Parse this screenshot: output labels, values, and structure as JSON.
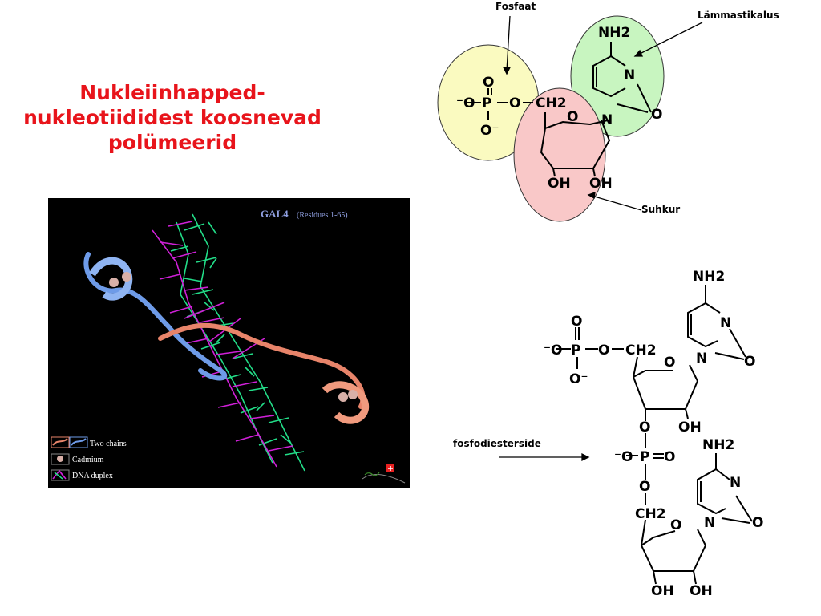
{
  "slide": {
    "title_lines": [
      "Nukleiinhapped-",
      "nukleotiididest koosnevad",
      "polümeerid"
    ]
  },
  "molecule_image": {
    "title": "GAL4",
    "subtitle": "(Residues 1-65)",
    "legend": [
      "Two chains",
      "Cadmium",
      "DNA duplex"
    ],
    "colors": {
      "chain_blue": "#6e9be8",
      "chain_salmon": "#e8846a",
      "dna_green": "#22dd88",
      "dna_magenta": "#d020d8"
    }
  },
  "nucleotide_diagram": {
    "labels": {
      "phosphate": "Fosfaat",
      "base": "Lämmastikalus",
      "sugar": "Suhkur"
    },
    "colors": {
      "phosphate": "#fafac0",
      "base": "#c8f5c0",
      "sugar": "#f9c8c8"
    }
  },
  "dinucleotide_diagram": {
    "label": "fosfodiesterside"
  },
  "chem_text": {
    "nh2": "NH2",
    "o": "O",
    "p": "P",
    "n": "N",
    "oh": "OH",
    "ch2": "CH2",
    "minus": "-"
  }
}
